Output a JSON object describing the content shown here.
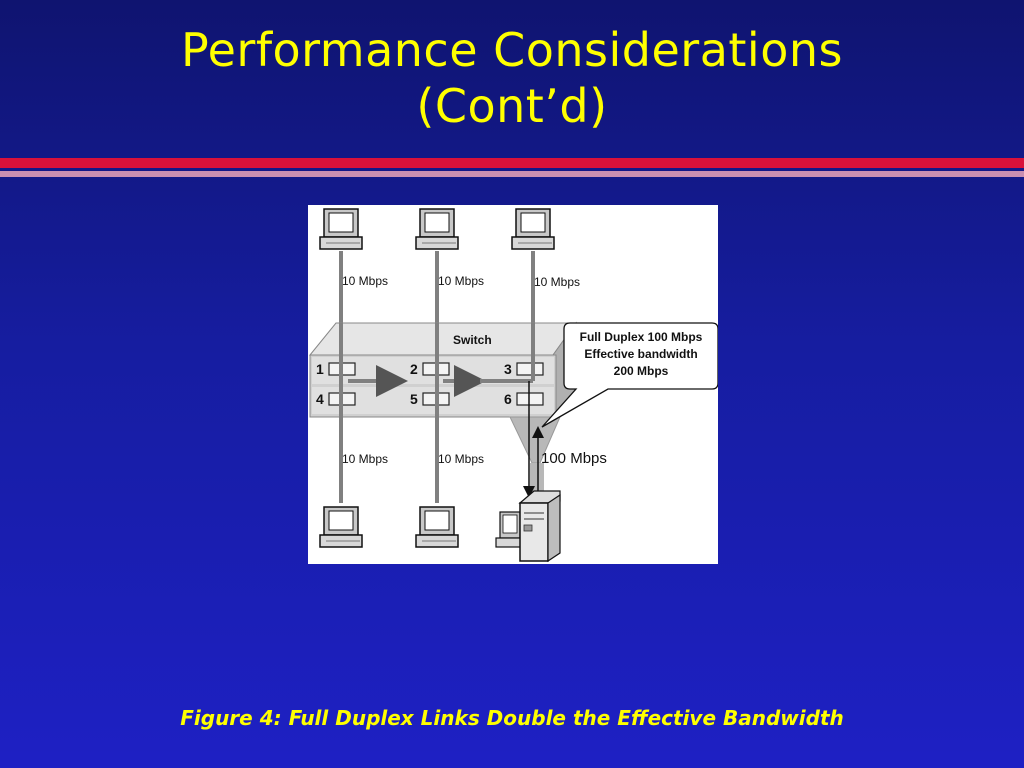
{
  "slide": {
    "title_line1": "Performance Considerations",
    "title_line2": "(Cont’d)",
    "caption": "Figure 4: Full Duplex Links Double the Effective Bandwidth"
  },
  "diagram": {
    "switch_label": "Switch",
    "link_top_1": "10 Mbps",
    "link_top_2": "10 Mbps",
    "link_top_3": "10 Mbps",
    "link_bottom_1": "10 Mbps",
    "link_bottom_2": "10 Mbps",
    "server_link": "100 Mbps",
    "ports": [
      "1",
      "2",
      "3",
      "4",
      "5",
      "6"
    ],
    "callout_line1": "Full Duplex 100 Mbps",
    "callout_line2": "Effective bandwidth",
    "callout_line3": "200 Mbps"
  },
  "colors": {
    "background_top": "#0f1470",
    "background_bottom": "#1e20c4",
    "title": "#ffff00",
    "rule_red": "#d9113a",
    "rule_pink": "#c98fb2"
  }
}
